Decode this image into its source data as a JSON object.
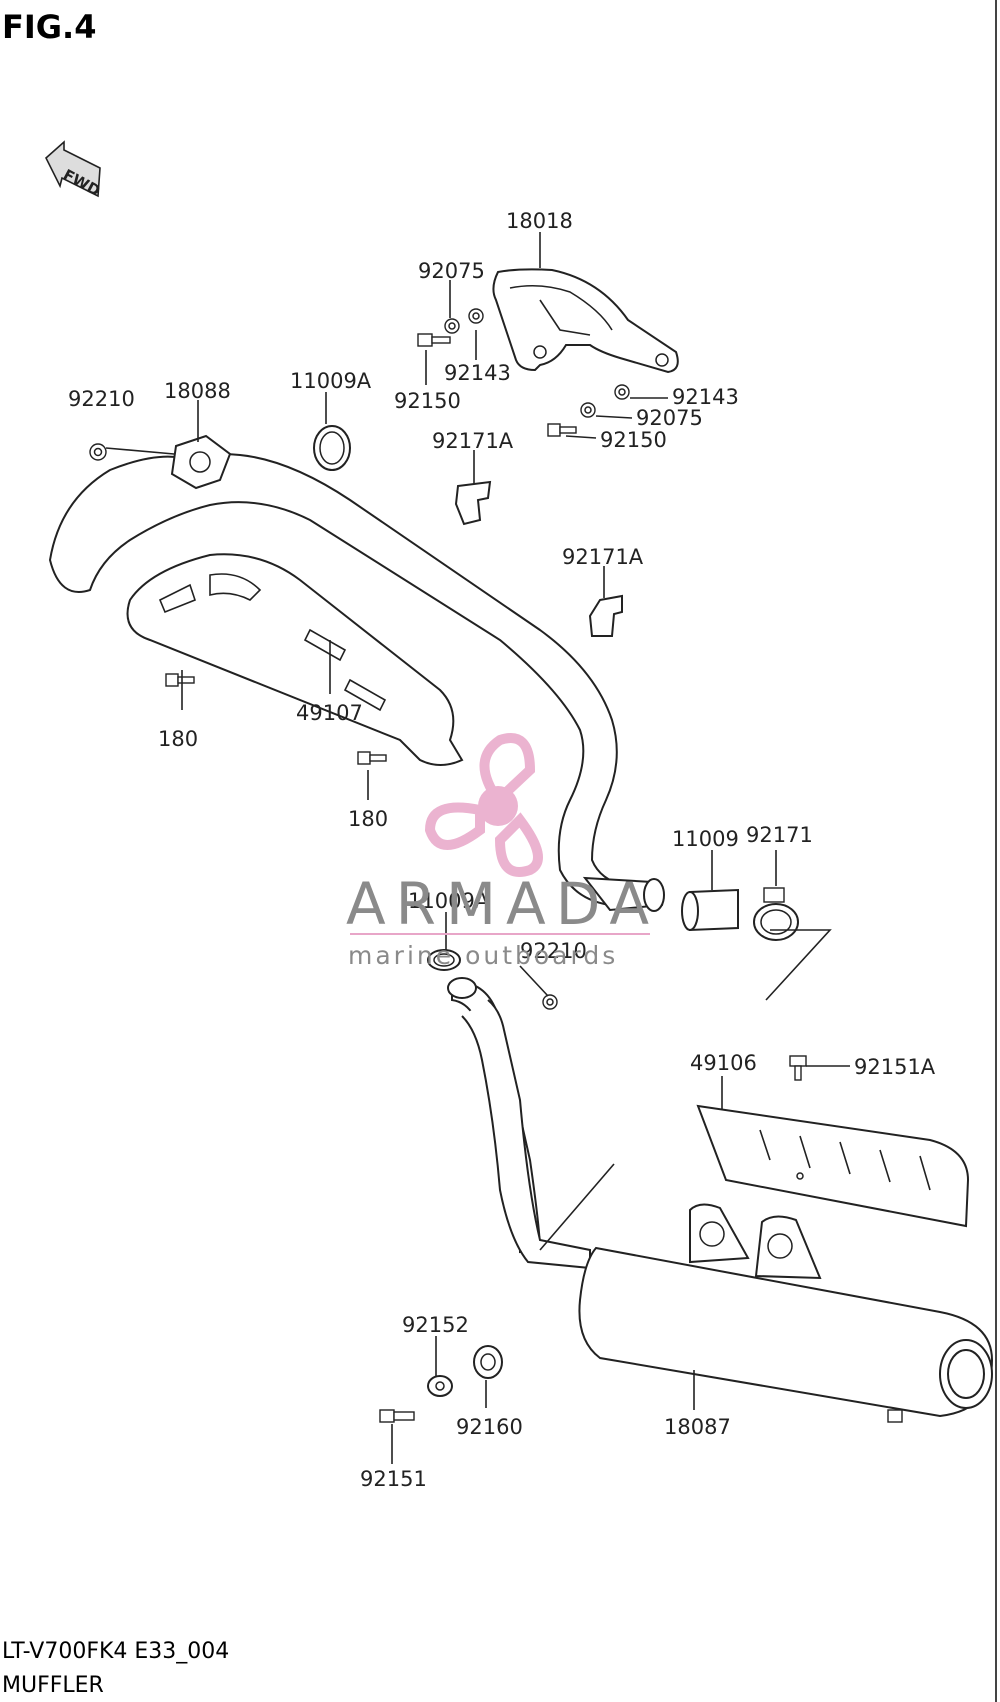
{
  "figure": {
    "title": "FIG.4",
    "model_code": "LT-V700FK4 E33_004",
    "section_name": "MUFFLER"
  },
  "direction_badge": {
    "label": "FWD",
    "icon": "forward-arrow-icon"
  },
  "watermark": {
    "brand": "ARMADA",
    "tagline": "marine outboards",
    "icon": "propeller-logo-icon",
    "color": "#e8a6c8"
  },
  "part_labels": [
    {
      "id": "p18018",
      "text": "18018"
    },
    {
      "id": "p92075a",
      "text": "92075"
    },
    {
      "id": "p92143a",
      "text": "92143"
    },
    {
      "id": "p92150a",
      "text": "92150"
    },
    {
      "id": "p92143b",
      "text": "92143"
    },
    {
      "id": "p92075b",
      "text": "92075"
    },
    {
      "id": "p92150b",
      "text": "92150"
    },
    {
      "id": "p92210a",
      "text": "92210"
    },
    {
      "id": "p18088",
      "text": "18088"
    },
    {
      "id": "p11009Aa",
      "text": "11009A"
    },
    {
      "id": "p92171Aa",
      "text": "92171A"
    },
    {
      "id": "p92171Ab",
      "text": "92171A"
    },
    {
      "id": "p180a",
      "text": "180"
    },
    {
      "id": "p49107",
      "text": "49107"
    },
    {
      "id": "p180b",
      "text": "180"
    },
    {
      "id": "p11009",
      "text": "11009"
    },
    {
      "id": "p92171",
      "text": "92171"
    },
    {
      "id": "p11009Ab",
      "text": "11009A"
    },
    {
      "id": "p92210b",
      "text": "92210"
    },
    {
      "id": "p49106",
      "text": "49106"
    },
    {
      "id": "p92151A",
      "text": "92151A"
    },
    {
      "id": "p92152",
      "text": "92152"
    },
    {
      "id": "p92160",
      "text": "92160"
    },
    {
      "id": "p18087",
      "text": "18087"
    },
    {
      "id": "p92151",
      "text": "92151"
    }
  ]
}
